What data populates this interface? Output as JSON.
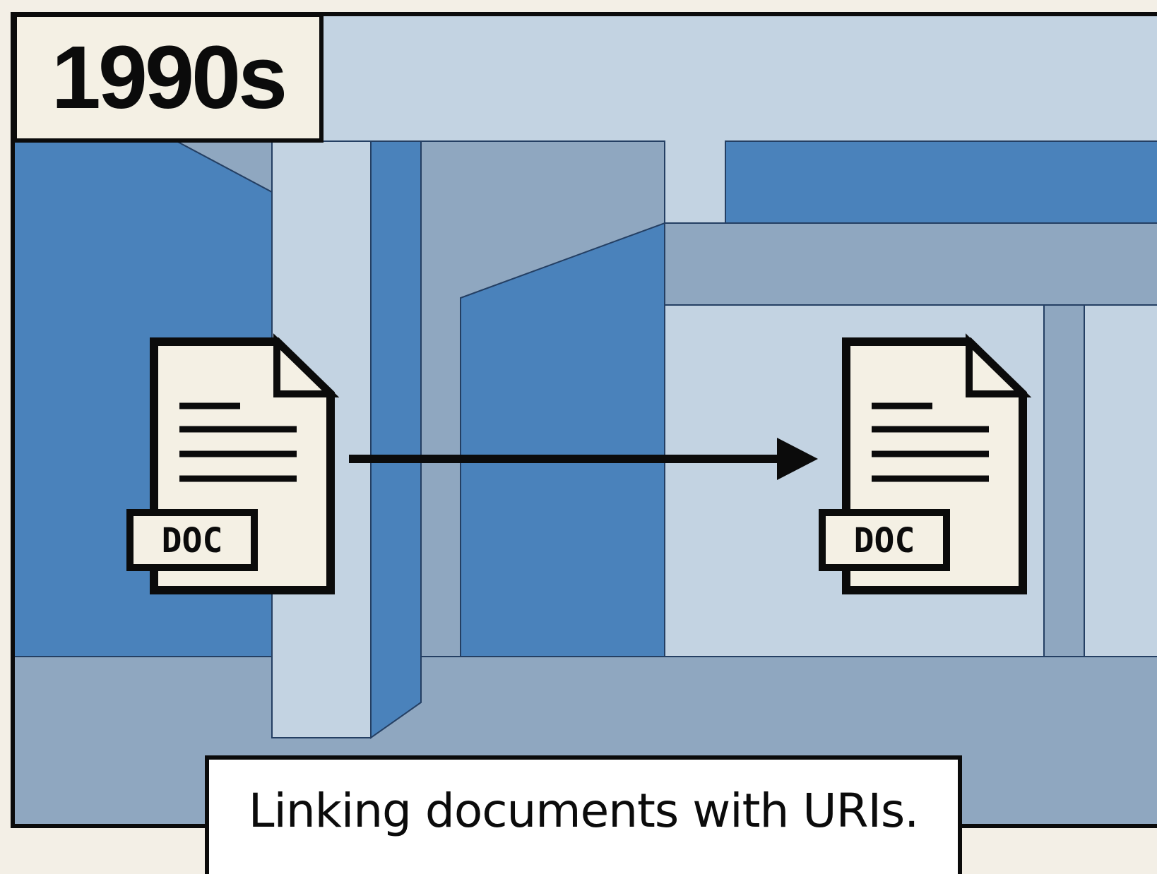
{
  "scene": {
    "era_label": "1990s",
    "caption": "Linking documents with URIs."
  },
  "documents": [
    {
      "name": "source-document",
      "icon": "document-icon",
      "badge": "DOC"
    },
    {
      "name": "target-document",
      "icon": "document-icon",
      "badge": "DOC"
    }
  ],
  "link": {
    "icon": "arrow-right-icon",
    "from": "source-document",
    "to": "target-document"
  },
  "colors": {
    "background": "#f3efe6",
    "paper": "#f4f0e4",
    "light_blue": "#c3d3e2",
    "mid_blue": "#4a82bb",
    "gray_blue": "#8fa7c0",
    "outline": "#0b0b0b"
  }
}
